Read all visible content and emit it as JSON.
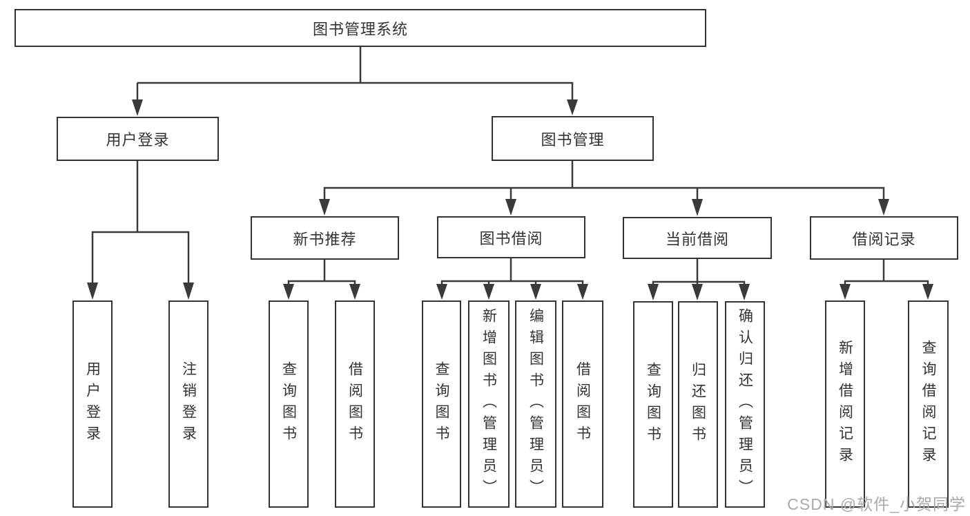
{
  "diagram": {
    "root": {
      "label": "图书管理系统"
    },
    "level2": [
      {
        "id": "user-login",
        "label": "用户登录"
      },
      {
        "id": "book-management",
        "label": "图书管理"
      }
    ],
    "level3": [
      {
        "id": "new-book-recommend",
        "label": "新书推荐"
      },
      {
        "id": "book-borrow",
        "label": "图书借阅"
      },
      {
        "id": "current-borrow",
        "label": "当前借阅"
      },
      {
        "id": "borrow-records",
        "label": "借阅记录"
      }
    ],
    "leaves": {
      "user_login": [
        "用户登录",
        "注销登录"
      ],
      "new_books": [
        "查询图书",
        "借阅图书"
      ],
      "book_borrow": [
        "查询图书",
        "新增图书（管理员）",
        "编辑图书（管理员）",
        "借阅图书"
      ],
      "current_borrow": [
        "查询图书",
        "归还图书",
        "确认归还（管理员）"
      ],
      "borrow_records": [
        "新增借阅记录",
        "查询借阅记录"
      ]
    }
  },
  "watermark": "CSDN @软件_小贺同学",
  "colors": {
    "line": "#3a3a3a",
    "border": "#333333",
    "text": "#333333",
    "background": "#ffffff",
    "watermark": "#a9a9a9"
  }
}
